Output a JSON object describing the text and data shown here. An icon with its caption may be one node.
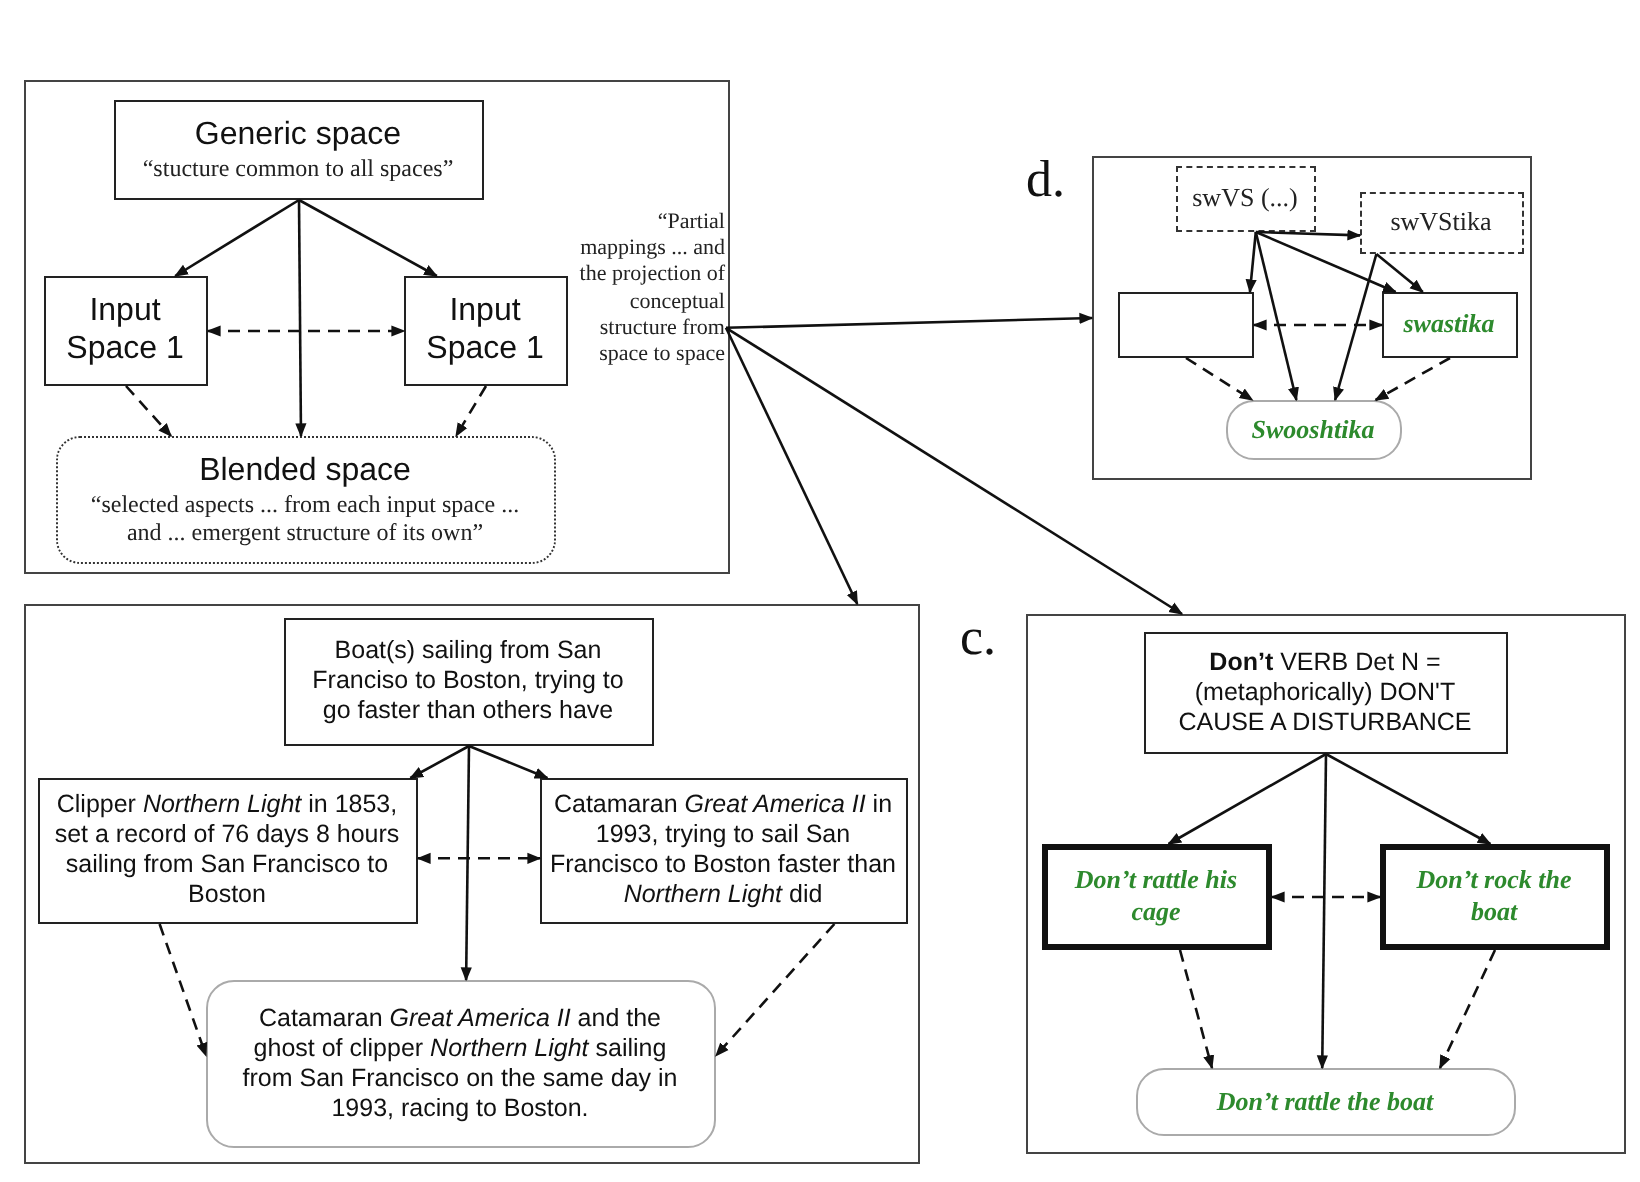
{
  "diagram": {
    "nodes": [
      {
        "text": [],
        "shape": "box"
      },
      {
        "text": [
          "Generic space",
          "“stucture common to all spaces”"
        ],
        "in": 0
      },
      {
        "text": [
          "“Partial mappings ... and the projection of conceptual structure from space to space"
        ],
        "in": 0
      },
      {
        "text": [
          "Input Space 1"
        ],
        "in": 0
      },
      {
        "text": [
          "Input Space 1"
        ],
        "in": 0
      },
      {
        "text": [
          "Blended space",
          "“selected aspects ... from each input space ... and ... emergent structure of its own”"
        ],
        "in": 0
      },
      {
        "text": [
          "d."
        ]
      },
      {
        "text": [
          "swVS (...)"
        ],
        "in": 6
      },
      {
        "text": [
          "swVStika"
        ],
        "in": 6
      },
      {
        "text": [],
        "shape": "box",
        "in": 6
      },
      {
        "text": [
          "swastika"
        ],
        "in": 6
      },
      {
        "text": [
          "Swooshtika"
        ],
        "in": 6
      },
      {
        "text": [],
        "shape": "box"
      },
      {
        "text": [
          "Boat(s) sailing from San Franciso to Boston, trying to go faster than others have"
        ],
        "in": 12
      },
      {
        "text": [
          "Clipper *Northern Light* in 1853, set a record of 76 days 8 hours sailing from San Francisco to Boston"
        ],
        "in": 12
      },
      {
        "text": [
          "Catamaran *Great America II* in 1993, trying to sail San Francisco to Boston faster than *Northern Light* did"
        ],
        "in": 12
      },
      {
        "text": [
          "Catamaran *Great America II* and the ghost of clipper *Northern Light* sailing from San Francisco on the same day in 1993,  racing to Boston."
        ],
        "in": 12
      },
      {
        "text": [
          "c."
        ]
      },
      {
        "text": [
          "**Don’t** VERB Det N = (metaphorically) DON'T CAUSE A DISTURBANCE"
        ],
        "in": 17
      },
      {
        "text": [
          "Don’t rattle his cage"
        ],
        "in": 17
      },
      {
        "text": [
          "Don’t rock the boat"
        ],
        "in": 17
      },
      {
        "text": [
          "Don’t rattle the boat"
        ],
        "in": 17
      }
    ],
    "edges": [
      {
        "from": 1,
        "to": 3,
        "arrow": "to"
      },
      {
        "from": 1,
        "to": 4,
        "arrow": "to"
      },
      {
        "from": 1,
        "to": 5,
        "arrow": "to"
      },
      {
        "from": 3,
        "to": 4,
        "arrow": "both",
        "style": "dashed"
      },
      {
        "from": 3,
        "to": 5,
        "arrow": "to",
        "style": "dashed"
      },
      {
        "from": 4,
        "to": 5,
        "arrow": "to",
        "style": "dashed"
      },
      {
        "from": 2,
        "to": 6,
        "arrow": "to"
      },
      {
        "from": 2,
        "to": 12,
        "arrow": "to"
      },
      {
        "from": 2,
        "to": 17,
        "arrow": "to"
      },
      {
        "from": 7,
        "to": 9,
        "arrow": "to"
      },
      {
        "from": 7,
        "to": 10,
        "arrow": "to"
      },
      {
        "from": 7,
        "to": 11,
        "arrow": "to"
      },
      {
        "from": 7,
        "to": 8,
        "arrow": "to"
      },
      {
        "from": 8,
        "to": 10,
        "arrow": "to"
      },
      {
        "from": 8,
        "to": 11,
        "arrow": "to"
      },
      {
        "from": 9,
        "to": 10,
        "arrow": "both",
        "style": "dashed"
      },
      {
        "from": 9,
        "to": 11,
        "arrow": "to",
        "style": "dashed"
      },
      {
        "from": 10,
        "to": 11,
        "arrow": "to",
        "style": "dashed"
      },
      {
        "from": 13,
        "to": 14,
        "arrow": "to"
      },
      {
        "from": 13,
        "to": 15,
        "arrow": "to"
      },
      {
        "from": 13,
        "to": 16,
        "arrow": "to"
      },
      {
        "from": 14,
        "to": 15,
        "arrow": "both",
        "style": "dashed"
      },
      {
        "from": 14,
        "to": 16,
        "arrow": "to",
        "style": "dashed"
      },
      {
        "from": 15,
        "to": 16,
        "arrow": "to",
        "style": "dashed"
      },
      {
        "from": 18,
        "to": 19,
        "arrow": "to"
      },
      {
        "from": 18,
        "to": 20,
        "arrow": "to"
      },
      {
        "from": 18,
        "to": 21,
        "arrow": "to"
      },
      {
        "from": 19,
        "to": 20,
        "arrow": "both",
        "style": "dashed"
      },
      {
        "from": 19,
        "to": 21,
        "arrow": "to",
        "style": "dashed"
      },
      {
        "from": 20,
        "to": 21,
        "arrow": "to",
        "style": "dashed"
      }
    ]
  }
}
